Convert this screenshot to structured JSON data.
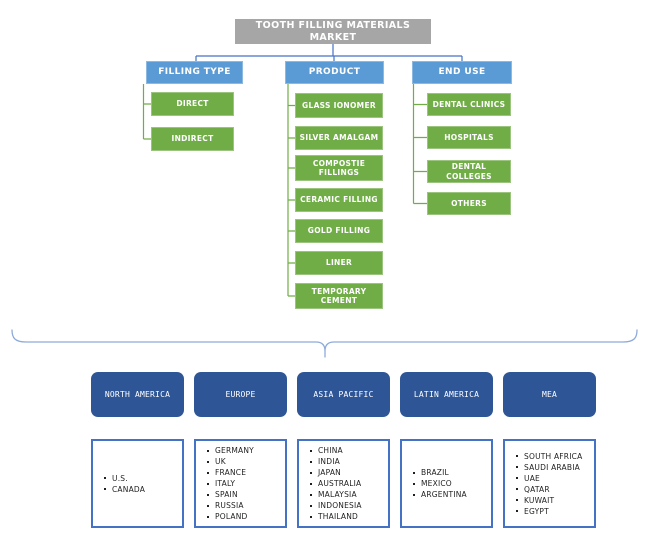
{
  "tree": {
    "root": "TOOTH FILLING MATERIALS MARKET",
    "branches": [
      {
        "label": "FILLING TYPE",
        "children": [
          "DIRECT",
          "INDIRECT"
        ]
      },
      {
        "label": "PRODUCT",
        "children": [
          "GLASS IONOMER",
          "SILVER AMALGAM",
          "COMPOSTIE\nFILLINGS",
          "CERAMIC FILLING",
          "GOLD FILLING",
          "LINER",
          "TEMPORARY\nCEMENT"
        ]
      },
      {
        "label": "END USE",
        "children": [
          "DENTAL CLINICS",
          "HOSPITALS",
          "DENTAL COLLEGES",
          "OTHERS"
        ]
      }
    ]
  },
  "regions": [
    {
      "label": "NORTH AMERICA",
      "countries": [
        "U.S.",
        "CANADA"
      ]
    },
    {
      "label": "EUROPE",
      "countries": [
        "GERMANY",
        "UK",
        "FRANCE",
        "ITALY",
        "SPAIN",
        "RUSSIA",
        "POLAND"
      ]
    },
    {
      "label": "ASIA PACIFIC",
      "countries": [
        "CHINA",
        "INDIA",
        "JAPAN",
        "AUSTRALIA",
        "MALAYSIA",
        "INDONESIA",
        "THAILAND"
      ]
    },
    {
      "label": "LATIN AMERICA",
      "countries": [
        "BRAZIL",
        "MEXICO",
        "ARGENTINA"
      ]
    },
    {
      "label": "MEA",
      "countries": [
        "SOUTH AFRICA",
        "SAUDI ARABIA",
        "UAE",
        "QATAR",
        "KUWAIT",
        "EGYPT"
      ]
    }
  ],
  "colors": {
    "root-fill": "#a6a6a6",
    "branch-fill": "#5b9bd5",
    "leaf-fill": "#70ad47",
    "region-fill": "#2e5697",
    "country-border": "#4472c4",
    "connector-blue": "#4472c4",
    "connector-green": "#70ad47",
    "brace": "#8eaadb",
    "text-light": "#ffffff",
    "text-dark": "#1f1f1f"
  }
}
